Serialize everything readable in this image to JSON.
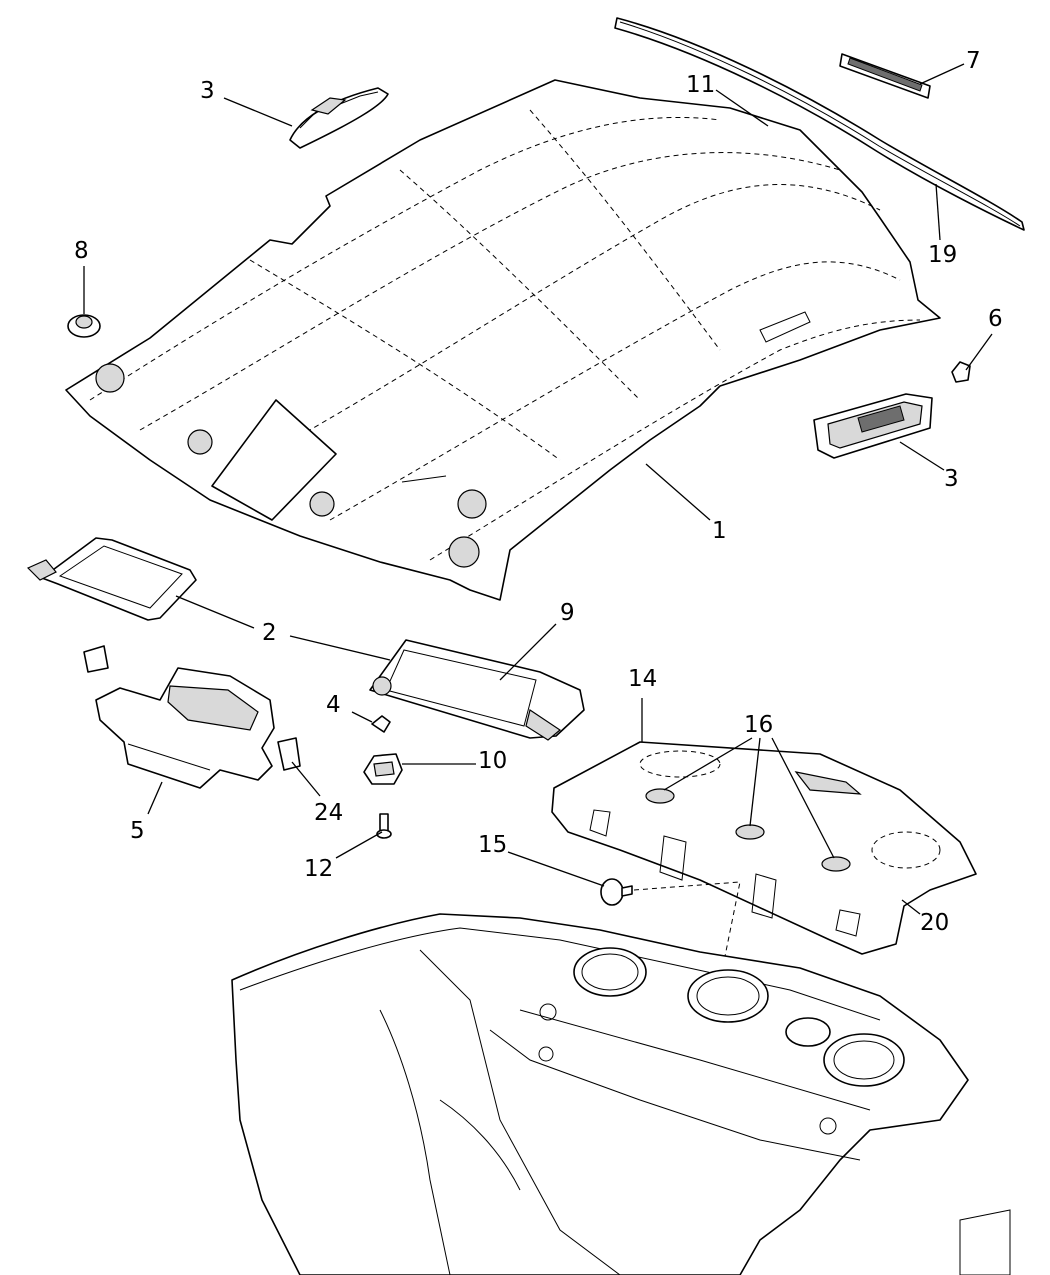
{
  "diagram": {
    "callouts": {
      "c1": "1",
      "c2": "2",
      "c3a": "3",
      "c3b": "3",
      "c4": "4",
      "c5": "5",
      "c6": "6",
      "c7": "7",
      "c8": "8",
      "c9": "9",
      "c10": "10",
      "c11": "11",
      "c12": "12",
      "c14": "14",
      "c15": "15",
      "c16": "16",
      "c19": "19",
      "c20": "20",
      "c24": "24"
    }
  }
}
